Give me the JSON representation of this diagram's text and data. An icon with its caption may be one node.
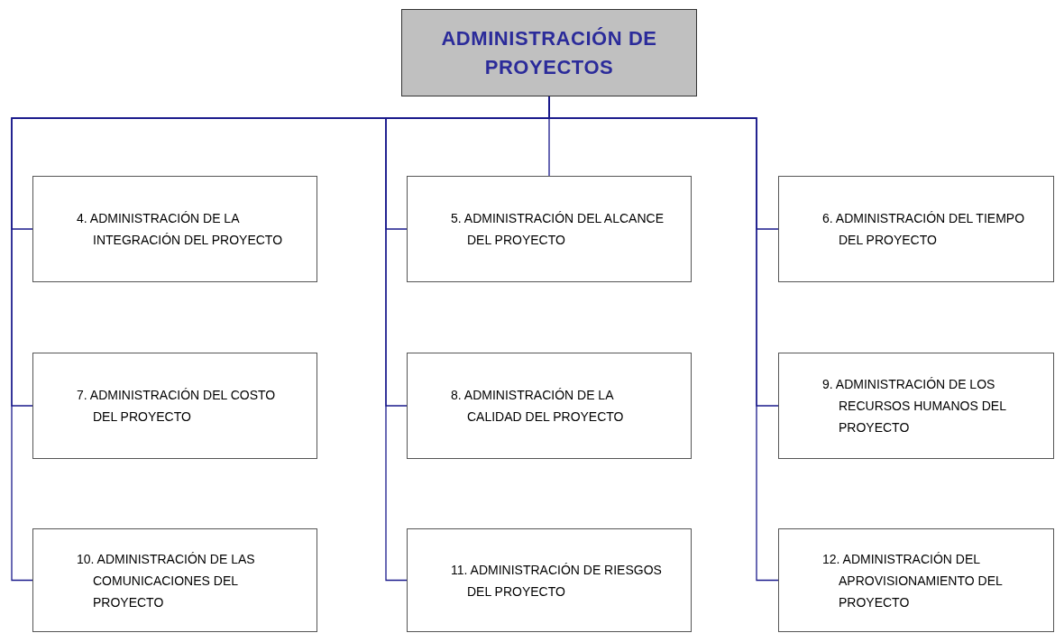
{
  "diagram": {
    "nodes": [
      {
        "text": [
          "ADMINISTRACIÓN DE PROYECTOS"
        ]
      },
      {
        "text": [
          "4. ADMINISTRACIÓN DE LA INTEGRACIÓN DEL PROYECTO"
        ]
      },
      {
        "text": [
          "5. ADMINISTRACIÓN DEL ALCANCE DEL PROYECTO"
        ]
      },
      {
        "text": [
          "6. ADMINISTRACIÓN DEL TIEMPO DEL PROYECTO"
        ]
      },
      {
        "text": [
          "7. ADMINISTRACIÓN DEL COSTO DEL PROYECTO"
        ]
      },
      {
        "text": [
          "8. ADMINISTRACIÓN DE LA CALIDAD DEL PROYECTO"
        ]
      },
      {
        "text": [
          "9. ADMINISTRACIÓN DE LOS RECURSOS HUMANOS DEL PROYECTO"
        ]
      },
      {
        "text": [
          "10. ADMINISTRACIÓN DE LAS COMUNICACIONES DEL PROYECTO"
        ]
      },
      {
        "text": [
          "11. ADMINISTRACIÓN DE RIESGOS DEL PROYECTO"
        ]
      },
      {
        "text": [
          "12. ADMINISTRACIÓN DEL APROVISIONAMIENTO DEL PROYECTO"
        ]
      }
    ],
    "edges": [
      {
        "from": 0,
        "to": 1,
        "arrow": "none"
      },
      {
        "from": 0,
        "to": 2,
        "arrow": "none"
      },
      {
        "from": 0,
        "to": 3,
        "arrow": "none"
      },
      {
        "from": 0,
        "to": 4,
        "arrow": "none"
      },
      {
        "from": 0,
        "to": 5,
        "arrow": "none"
      },
      {
        "from": 0,
        "to": 6,
        "arrow": "none"
      },
      {
        "from": 0,
        "to": 7,
        "arrow": "none"
      },
      {
        "from": 0,
        "to": 8,
        "arrow": "none"
      },
      {
        "from": 0,
        "to": 9,
        "arrow": "none"
      }
    ]
  }
}
